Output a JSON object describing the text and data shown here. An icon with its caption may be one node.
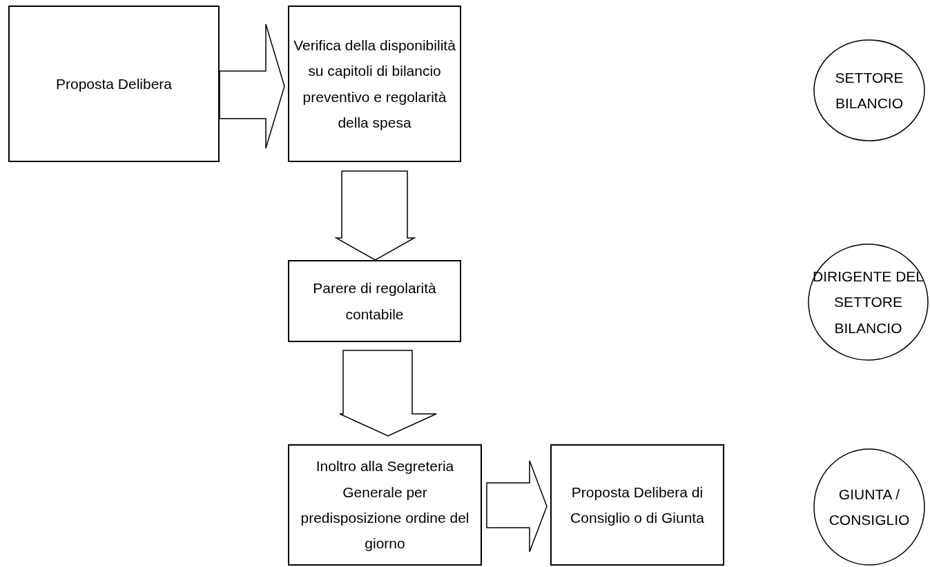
{
  "diagram": {
    "nodes": [
      {
        "text": [
          "Proposta Delibera"
        ]
      },
      {
        "text": [
          "Verifica della disponibilità su capitoli di bilancio preventivo e regolarità della spesa"
        ]
      },
      {
        "text": [
          "Parere di regolarità contabile"
        ]
      },
      {
        "text": [
          "Inoltro alla Segreteria Generale per predisposizione ordine del giorno"
        ]
      },
      {
        "text": [
          "Proposta Delibera di Consiglio o di Giunta"
        ]
      },
      {
        "text": [
          "SETTORE BILANCIO"
        ]
      },
      {
        "text": [
          "DIRIGENTE DEL SETTORE BILANCIO"
        ]
      },
      {
        "text": [
          "GIUNTA / CONSIGLIO"
        ]
      }
    ],
    "edges": [
      {
        "from": 0,
        "to": 1,
        "arrow": "to"
      },
      {
        "from": 1,
        "to": 2,
        "arrow": "to"
      },
      {
        "from": 2,
        "to": 3,
        "arrow": "to"
      },
      {
        "from": 3,
        "to": 4,
        "arrow": "to"
      }
    ]
  }
}
